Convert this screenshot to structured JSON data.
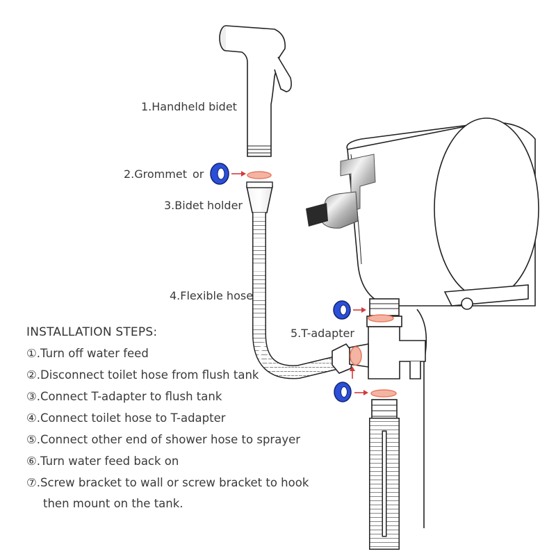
{
  "parts": {
    "handheld_bidet": "1.Handheld bidet",
    "grommet": "2.Grommet",
    "grommet_or": "or",
    "bidet_holder": "3.Bidet holder",
    "flexible_hose": "4.Flexible hose",
    "t_adapter": "5.T-adapter"
  },
  "instructions": {
    "heading": "INSTALLATION STEPS:",
    "steps": [
      "①.Turn off water feed",
      "②.Disconnect toilet hose from flush tank",
      "③.Connect T-adapter to flush tank",
      "④.Connect toilet hose to T-adapter",
      "⑤.Connect other end of shower hose to sprayer",
      "⑥.Turn water feed back on",
      "⑦.Screw bracket to wall or screw bracket to hook",
      "then mount on the tank."
    ]
  },
  "colors": {
    "seal_ring": "#2b4fd8",
    "gasket": "#e87a5e",
    "arrow": "#d23a3a",
    "outline": "#222222"
  }
}
